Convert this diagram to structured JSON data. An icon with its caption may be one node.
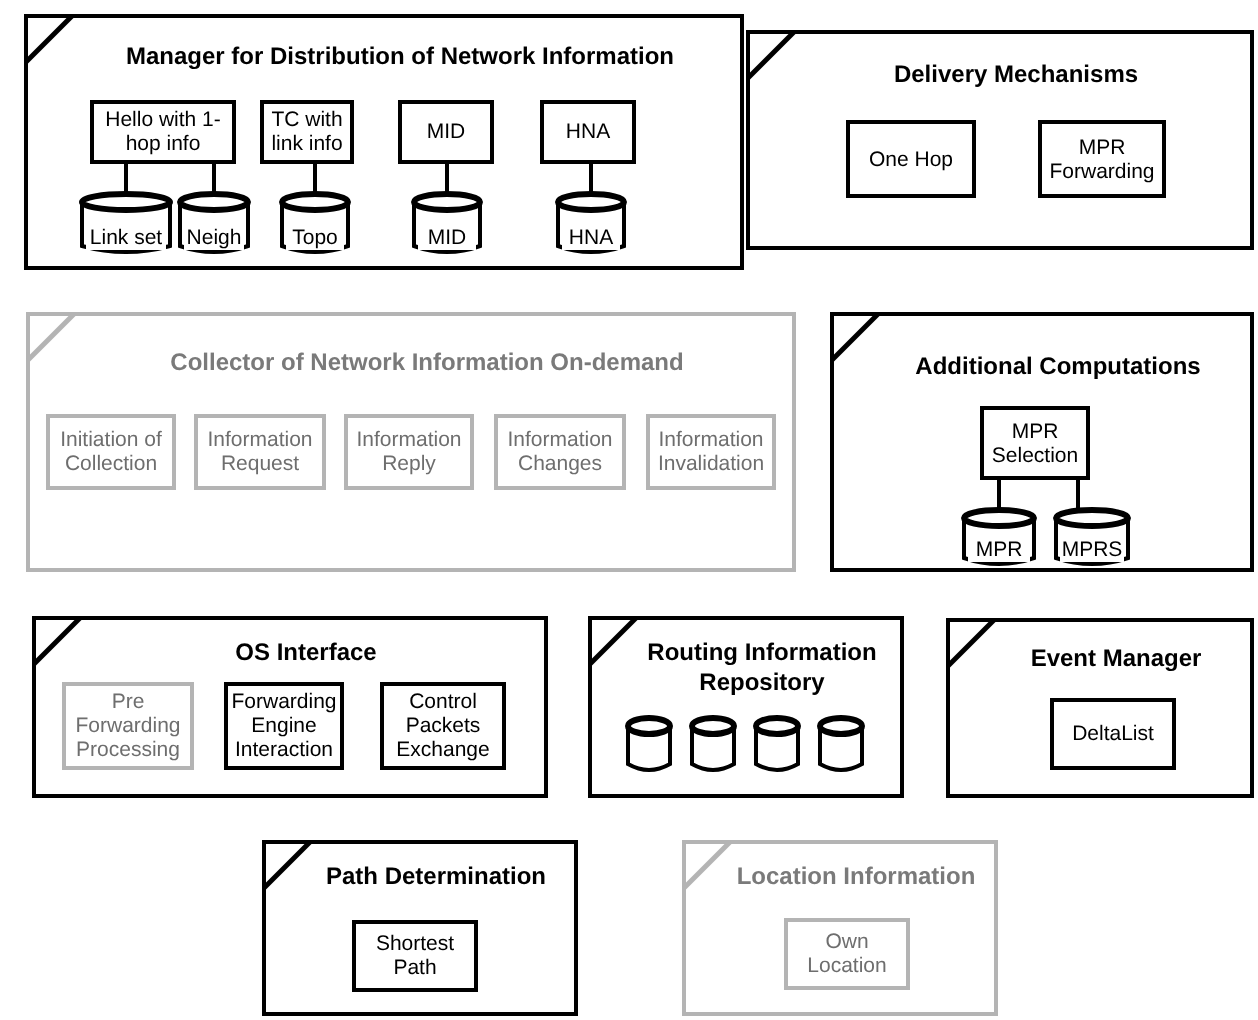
{
  "diagram": {
    "nodes": [
      {
        "text": [
          "Manager for Distribution of Network Information"
        ]
      },
      {
        "text": [
          "Hello with 1-hop info"
        ],
        "in": 0
      },
      {
        "text": [
          "TC with link info"
        ],
        "in": 0
      },
      {
        "text": [
          "MID"
        ],
        "in": 0
      },
      {
        "text": [
          "HNA"
        ],
        "in": 0
      },
      {
        "text": [
          "Link set"
        ],
        "in": 0
      },
      {
        "text": [
          "Neigh"
        ],
        "in": 0
      },
      {
        "text": [
          "Topo"
        ],
        "in": 0
      },
      {
        "text": [
          "MID"
        ],
        "in": 0
      },
      {
        "text": [
          "HNA"
        ],
        "in": 0
      },
      {
        "text": [
          "Delivery Mechanisms"
        ]
      },
      {
        "text": [
          "One Hop"
        ],
        "in": 10
      },
      {
        "text": [
          "MPR Forwarding"
        ],
        "in": 10
      },
      {
        "text": [
          "Collector of Network Information On-demand"
        ]
      },
      {
        "text": [
          "Initiation of Collection"
        ],
        "in": 13
      },
      {
        "text": [
          "Information Request"
        ],
        "in": 13
      },
      {
        "text": [
          "Information Reply"
        ],
        "in": 13
      },
      {
        "text": [
          "Information Changes"
        ],
        "in": 13
      },
      {
        "text": [
          "Information Invalidation"
        ],
        "in": 13
      },
      {
        "text": [
          "Additional Computations"
        ]
      },
      {
        "text": [
          "MPR Selection"
        ],
        "in": 19
      },
      {
        "text": [
          "MPR"
        ],
        "in": 19
      },
      {
        "text": [
          "MPRS"
        ],
        "in": 19
      },
      {
        "text": [
          "OS Interface"
        ]
      },
      {
        "text": [
          "Pre Forwarding Processing"
        ],
        "in": 23
      },
      {
        "text": [
          "Forwarding Engine Interaction"
        ],
        "in": 23
      },
      {
        "text": [
          "Control Packets Exchange"
        ],
        "in": 23
      },
      {
        "text": [
          "Routing Information Repository"
        ]
      },
      {
        "text": [],
        "shape": "cylinder",
        "in": 27
      },
      {
        "text": [],
        "shape": "cylinder",
        "in": 27
      },
      {
        "text": [],
        "shape": "cylinder",
        "in": 27
      },
      {
        "text": [],
        "shape": "cylinder",
        "in": 27
      },
      {
        "text": [
          "Event Manager"
        ]
      },
      {
        "text": [
          "DeltaList"
        ],
        "in": 32
      },
      {
        "text": [
          "Path Determination"
        ]
      },
      {
        "text": [
          "Shortest Path"
        ],
        "in": 34
      },
      {
        "text": [
          "Location Information"
        ]
      },
      {
        "text": [
          "Own Location"
        ],
        "in": 36
      }
    ],
    "edges": [
      {
        "from": 1,
        "to": 5,
        "arrow": "none"
      },
      {
        "from": 1,
        "to": 6,
        "arrow": "none"
      },
      {
        "from": 2,
        "to": 7,
        "arrow": "none"
      },
      {
        "from": 3,
        "to": 8,
        "arrow": "none"
      },
      {
        "from": 4,
        "to": 9,
        "arrow": "none"
      },
      {
        "from": 20,
        "to": 21,
        "arrow": "none"
      },
      {
        "from": 20,
        "to": 22,
        "arrow": "none"
      }
    ]
  }
}
